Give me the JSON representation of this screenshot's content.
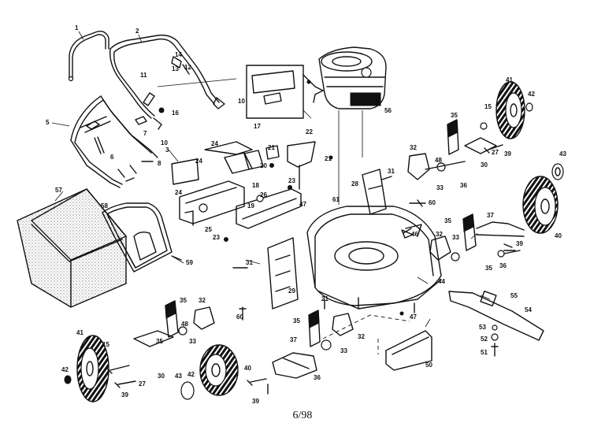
{
  "footer": {
    "date_code": "6/98"
  },
  "callouts": [
    {
      "id": "c1",
      "text": "1"
    },
    {
      "id": "c2",
      "text": "2"
    },
    {
      "id": "c3",
      "text": "3"
    },
    {
      "id": "c5",
      "text": "5"
    },
    {
      "id": "c6",
      "text": "6"
    },
    {
      "id": "c7",
      "text": "7"
    },
    {
      "id": "c8",
      "text": "8"
    },
    {
      "id": "c10a",
      "text": "10"
    },
    {
      "id": "c10b",
      "text": "10"
    },
    {
      "id": "c11",
      "text": "11"
    },
    {
      "id": "c12",
      "text": "12"
    },
    {
      "id": "c13",
      "text": "13"
    },
    {
      "id": "c14",
      "text": "14"
    },
    {
      "id": "c15a",
      "text": "15"
    },
    {
      "id": "c15b",
      "text": "15"
    },
    {
      "id": "c16",
      "text": "16"
    },
    {
      "id": "c17",
      "text": "17"
    },
    {
      "id": "c18",
      "text": "18"
    },
    {
      "id": "c19",
      "text": "19"
    },
    {
      "id": "c20",
      "text": "20"
    },
    {
      "id": "c21a",
      "text": "21"
    },
    {
      "id": "c21b",
      "text": "21"
    },
    {
      "id": "c21c",
      "text": "21"
    },
    {
      "id": "c22",
      "text": "22"
    },
    {
      "id": "c23a",
      "text": "23"
    },
    {
      "id": "c23b",
      "text": "23"
    },
    {
      "id": "c24a",
      "text": "24"
    },
    {
      "id": "c24b",
      "text": "24"
    },
    {
      "id": "c24c",
      "text": "24"
    },
    {
      "id": "c25",
      "text": "25"
    },
    {
      "id": "c26",
      "text": "26"
    },
    {
      "id": "c27a",
      "text": "27"
    },
    {
      "id": "c27b",
      "text": "27"
    },
    {
      "id": "c28",
      "text": "28"
    },
    {
      "id": "c29",
      "text": "29"
    },
    {
      "id": "c30a",
      "text": "30"
    },
    {
      "id": "c30b",
      "text": "30"
    },
    {
      "id": "c31a",
      "text": "31"
    },
    {
      "id": "c31b",
      "text": "31"
    },
    {
      "id": "c32a",
      "text": "32"
    },
    {
      "id": "c32b",
      "text": "32"
    },
    {
      "id": "c32c",
      "text": "32"
    },
    {
      "id": "c32d",
      "text": "32"
    },
    {
      "id": "c33a",
      "text": "33"
    },
    {
      "id": "c33b",
      "text": "33"
    },
    {
      "id": "c33c",
      "text": "33"
    },
    {
      "id": "c33d",
      "text": "33"
    },
    {
      "id": "c35a",
      "text": "35"
    },
    {
      "id": "c35b",
      "text": "35"
    },
    {
      "id": "c35c",
      "text": "35"
    },
    {
      "id": "c35d",
      "text": "35"
    },
    {
      "id": "c35e",
      "text": "35"
    },
    {
      "id": "c35f",
      "text": "35"
    },
    {
      "id": "c36a",
      "text": "36"
    },
    {
      "id": "c36b",
      "text": "36"
    },
    {
      "id": "c36c",
      "text": "36"
    },
    {
      "id": "c37a",
      "text": "37"
    },
    {
      "id": "c37b",
      "text": "37"
    },
    {
      "id": "c39a",
      "text": "39"
    },
    {
      "id": "c39b",
      "text": "39"
    },
    {
      "id": "c39c",
      "text": "39"
    },
    {
      "id": "c39d",
      "text": "39"
    },
    {
      "id": "c40a",
      "text": "40"
    },
    {
      "id": "c40b",
      "text": "40"
    },
    {
      "id": "c41a",
      "text": "41"
    },
    {
      "id": "c41b",
      "text": "41"
    },
    {
      "id": "c42a",
      "text": "42"
    },
    {
      "id": "c42b",
      "text": "42"
    },
    {
      "id": "c42c",
      "text": "42"
    },
    {
      "id": "c43a",
      "text": "43"
    },
    {
      "id": "c43b",
      "text": "43"
    },
    {
      "id": "c44",
      "text": "44"
    },
    {
      "id": "c46",
      "text": "46"
    },
    {
      "id": "c47a",
      "text": "47"
    },
    {
      "id": "c47b",
      "text": "47"
    },
    {
      "id": "c48a",
      "text": "48"
    },
    {
      "id": "c48b",
      "text": "48"
    },
    {
      "id": "c50",
      "text": "50"
    },
    {
      "id": "c51",
      "text": "51"
    },
    {
      "id": "c52",
      "text": "52"
    },
    {
      "id": "c53",
      "text": "53"
    },
    {
      "id": "c54",
      "text": "54"
    },
    {
      "id": "c55",
      "text": "55"
    },
    {
      "id": "c56",
      "text": "56"
    },
    {
      "id": "c57",
      "text": "57"
    },
    {
      "id": "c58",
      "text": "58"
    },
    {
      "id": "c59",
      "text": "59"
    },
    {
      "id": "c60a",
      "text": "60"
    },
    {
      "id": "c60b",
      "text": "60"
    },
    {
      "id": "c61",
      "text": "61"
    }
  ]
}
